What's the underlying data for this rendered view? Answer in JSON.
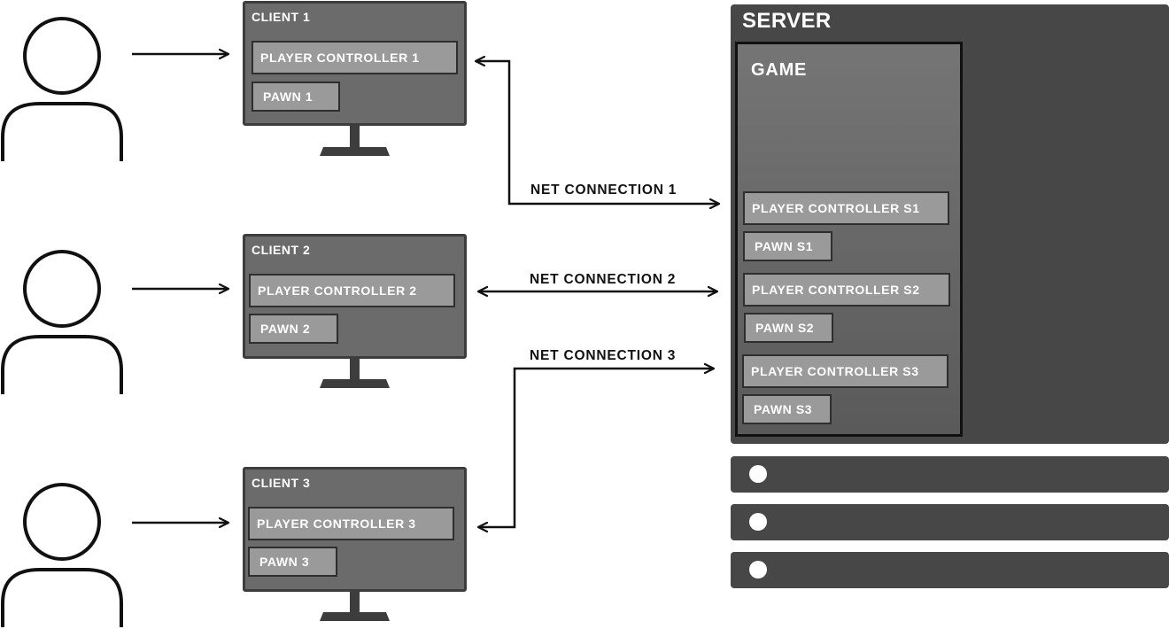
{
  "colors": {
    "monitor_fill": "#6b6b6b",
    "monitor_border": "#3d3d3d",
    "chip_fill": "#9a9a9a",
    "server_fill": "#474747",
    "arrow": "#111111"
  },
  "clients": [
    {
      "title": "CLIENT 1",
      "controller": "PLAYER CONTROLLER 1",
      "pawn": "PAWN 1"
    },
    {
      "title": "CLIENT 2",
      "controller": "PLAYER CONTROLLER 2",
      "pawn": "PAWN 2"
    },
    {
      "title": "CLIENT 3",
      "controller": "PLAYER CONTROLLER 3",
      "pawn": "PAWN 3"
    }
  ],
  "connections": [
    {
      "label": "NET CONNECTION 1"
    },
    {
      "label": "NET CONNECTION 2"
    },
    {
      "label": "NET CONNECTION 3"
    }
  ],
  "server": {
    "title": "SERVER",
    "game": {
      "title": "GAME",
      "items": [
        {
          "controller": "PLAYER CONTROLLER S1",
          "pawn": "PAWN S1"
        },
        {
          "controller": "PLAYER CONTROLLER S2",
          "pawn": "PAWN S2"
        },
        {
          "controller": "PLAYER CONTROLLER S3",
          "pawn": "PAWN S3"
        }
      ]
    },
    "bar_icons": [
      "circle-icon",
      "circle-icon",
      "circle-icon"
    ]
  },
  "icons": {
    "user": "user-icon",
    "monitor_stand": "monitor-stand-icon",
    "arrow": "arrow-icon"
  }
}
